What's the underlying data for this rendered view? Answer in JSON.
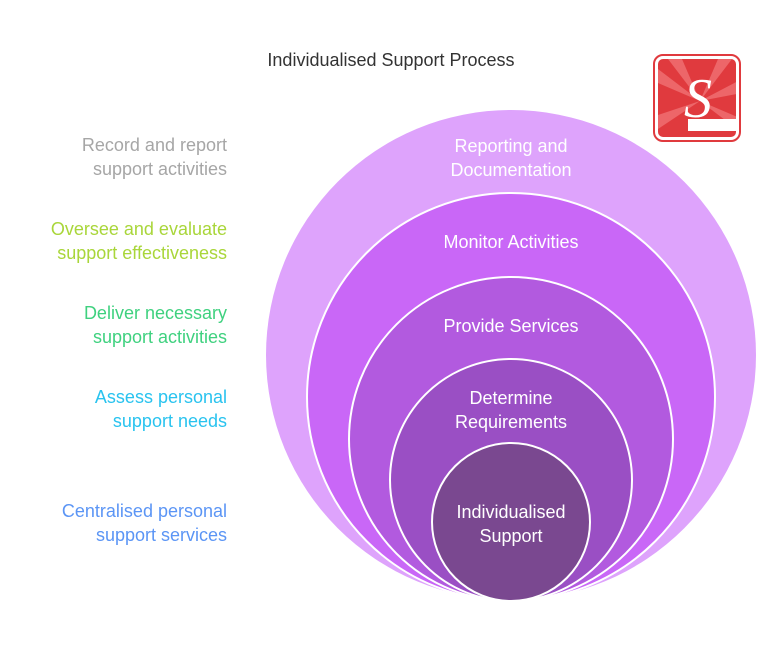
{
  "title": "Individualised Support Process",
  "colors": {
    "ring1": "#dea3fc",
    "ring2": "#c967f7",
    "ring3": "#b25adf",
    "ring4": "#9a4fc4",
    "ring5": "#7a4890"
  },
  "rings": [
    {
      "line1": "Reporting and",
      "line2": "Documentation"
    },
    {
      "line1": "Monitor Activities"
    },
    {
      "line1": "Provide Services"
    },
    {
      "line1": "Determine",
      "line2": "Requirements"
    },
    {
      "line1": "Individualised",
      "line2": "Support"
    }
  ],
  "descriptions": [
    {
      "line1": "Record and report",
      "line2": "support activities",
      "color": "#a6a6a6"
    },
    {
      "line1": "Oversee and evaluate",
      "line2": "support effectiveness",
      "color": "#a9d63a"
    },
    {
      "line1": "Deliver necessary",
      "line2": "support activities",
      "color": "#3fd17f"
    },
    {
      "line1": "Assess personal",
      "line2": "support needs",
      "color": "#29c3ef"
    },
    {
      "line1": "Centralised personal",
      "line2": "support services",
      "color": "#5b95f5"
    }
  ]
}
